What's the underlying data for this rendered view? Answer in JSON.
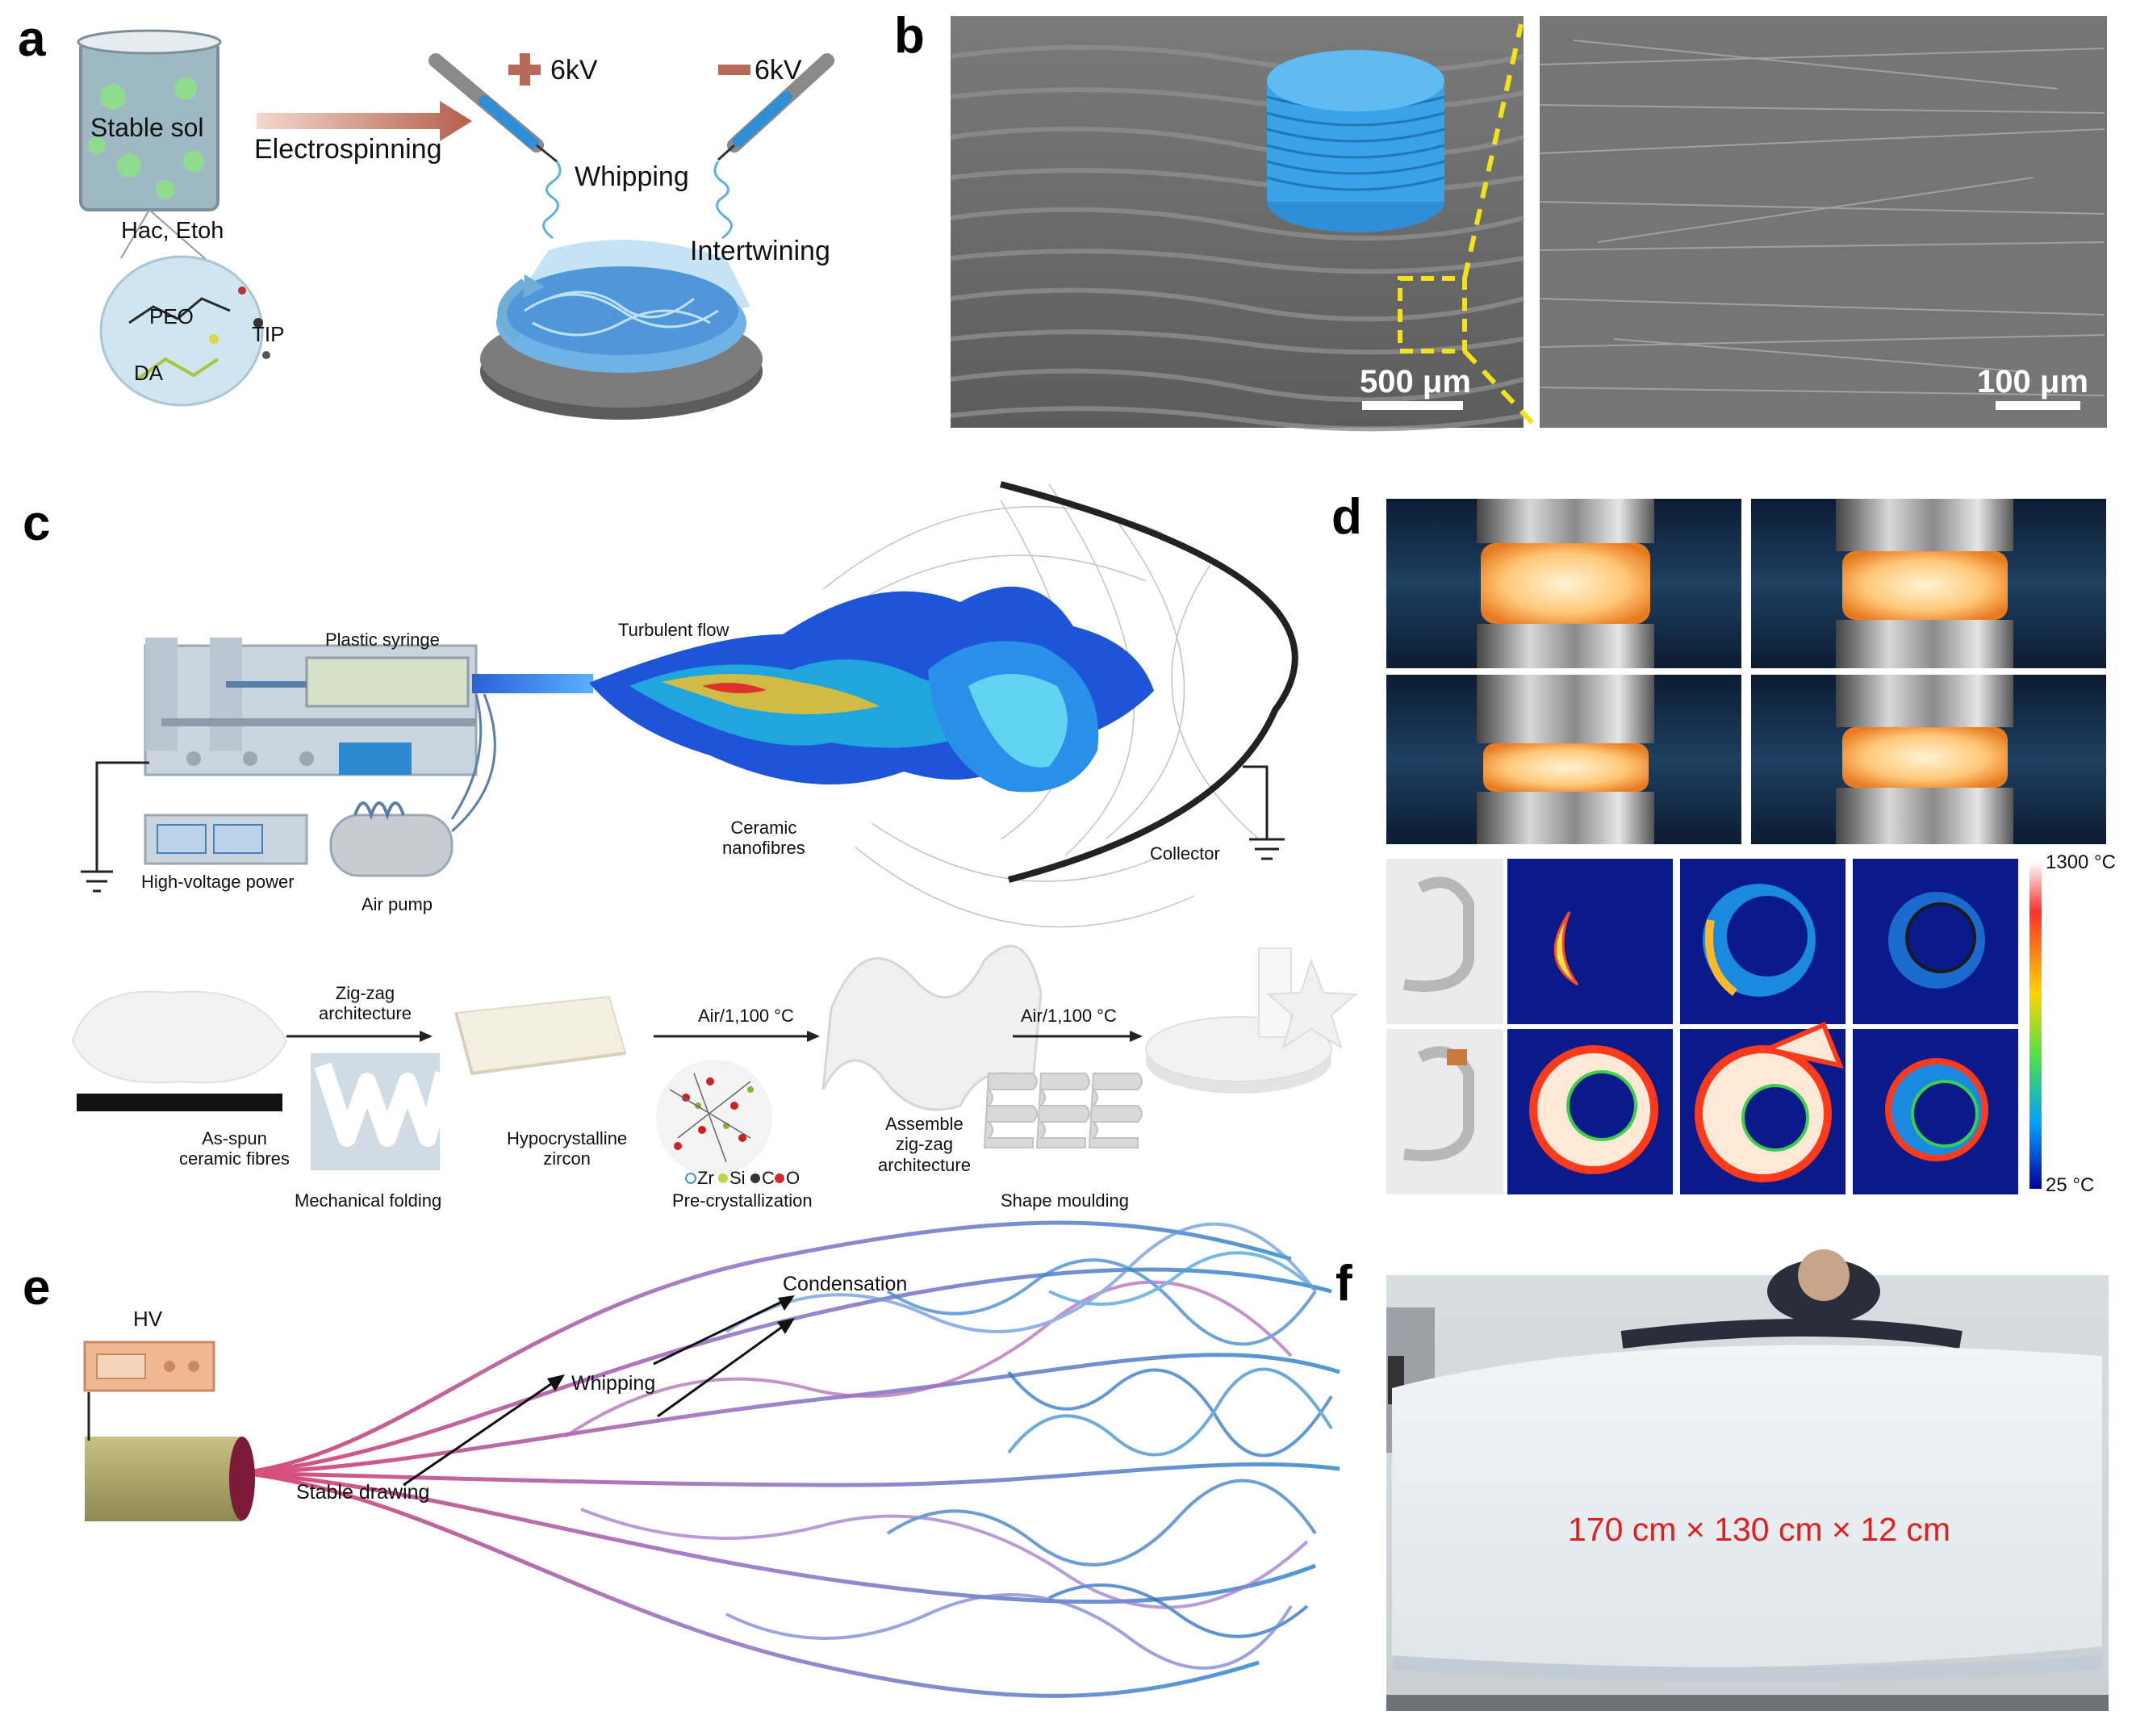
{
  "panels": {
    "a": {
      "label": "a",
      "beaker_text": "Stable sol",
      "arrow_text": "Electrospinning",
      "solvent_text": "Hac, Etoh",
      "molecules": {
        "peo": "PEO",
        "tip": "TIP",
        "da": "DA"
      },
      "voltage_pos": "6kV",
      "voltage_neg": "6kV",
      "whipping": "Whipping",
      "intertwining": "Intertwining"
    },
    "b": {
      "label": "b",
      "scale_left": "500 μm",
      "scale_right": "100 μm"
    },
    "c": {
      "label": "c",
      "plastic_syringe": "Plastic syringe",
      "turbulent_flow": "Turbulent flow",
      "ceramic_nanofibres": "Ceramic\nnanofibres",
      "collector": "Collector",
      "hv_power": "High-voltage power",
      "air_pump": "Air pump",
      "zigzag_arch": "Zig-zag\narchitecture",
      "air_1100_a": "Air/1,100 °C",
      "air_1100_b": "Air/1,100 °C",
      "as_spun": "As-spun\nceramic fibres",
      "hypocrystalline": "Hypocrystalline\nzircon",
      "assemble": "Assemble\nzig-zag\narchitecture",
      "mechanical_folding": "Mechanical folding",
      "pre_crystallization": "Pre-crystallization",
      "shape_moulding": "Shape moulding",
      "legend": {
        "zr": "Zr",
        "si": "Si",
        "c": "C",
        "o": "O"
      }
    },
    "d": {
      "label": "d",
      "scale_max": "1300 °C",
      "scale_min": "25 °C"
    },
    "e": {
      "label": "e",
      "condensation": "Condensation",
      "whipping": "Whipping",
      "stable_drawing": "Stable drawing",
      "hv": "HV"
    },
    "f": {
      "label": "f",
      "dimensions": "170 cm × 130 cm × 12 cm"
    }
  },
  "colors": {
    "fibre_blue": "#5aa9e6",
    "dimension_red": "#e0201e",
    "arrow_brown": "#b86a5a",
    "highlight_yellow": "#f2e21a",
    "thermal_bg": "#0a1a8a"
  }
}
